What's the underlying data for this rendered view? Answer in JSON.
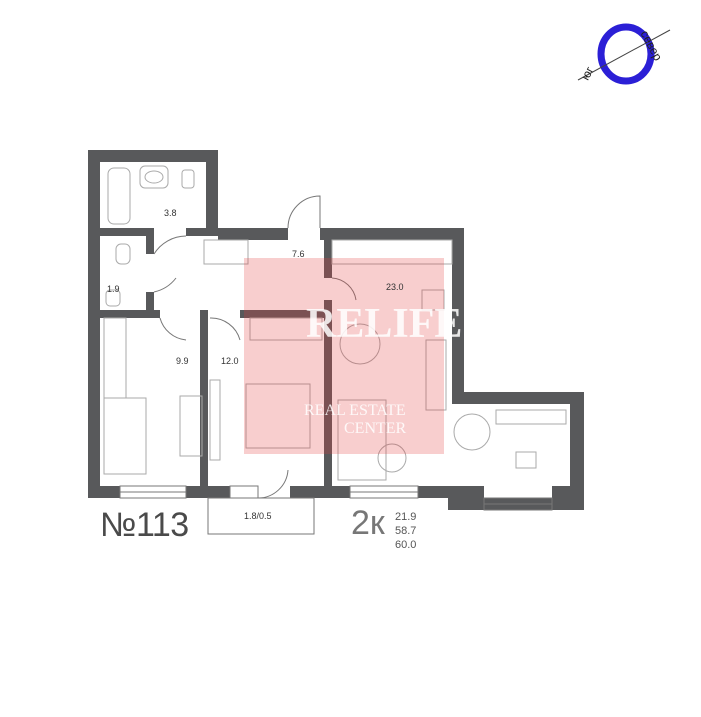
{
  "compass": {
    "north": "север",
    "south": "юг"
  },
  "rooms": {
    "bathroom": "3.8",
    "toilet": "1.9",
    "hall": "7.6",
    "kitchen_living": "23.0",
    "bedroom_left": "9.9",
    "bedroom_mid": "12.0",
    "balcony": "1.8/0.5"
  },
  "apartment": {
    "number": "№113",
    "rooms": "2к",
    "living_area": "21.9",
    "total_area": "58.7",
    "area_with_balcony": "60.0"
  },
  "watermark": {
    "brand": "RELIFE",
    "line1": "REAL ESTATE",
    "line2": "CENTER"
  },
  "colors": {
    "wall": "#58595b",
    "compass": "#2b1fd6",
    "watermark": "#e23a3a"
  }
}
